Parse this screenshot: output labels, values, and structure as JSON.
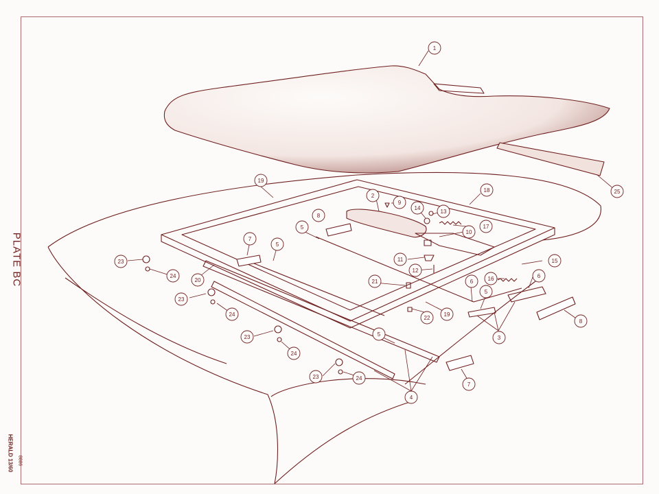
{
  "plate": {
    "title": "PLATE BC",
    "model": "HERALD 13/60",
    "code": "8886"
  },
  "callouts": [
    "1",
    "2",
    "3",
    "4",
    "5",
    "6",
    "7",
    "8",
    "9",
    "10",
    "11",
    "12",
    "13",
    "14",
    "15",
    "16",
    "17",
    "18",
    "19",
    "20",
    "21",
    "22",
    "23",
    "24",
    "25"
  ],
  "colors": {
    "ink": "#6e1f1f",
    "paper": "#fdfbf9"
  }
}
